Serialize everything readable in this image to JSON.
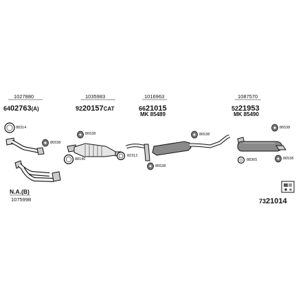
{
  "groups": {
    "g1": {
      "ref": "1027880",
      "prefix": "64",
      "main": "02763",
      "suffix": "(A)"
    },
    "g2": {
      "ref": "1035983",
      "prefix": "92",
      "main": "20157",
      "suffix": "CAT"
    },
    "g3": {
      "ref": "1016963",
      "prefix": "66",
      "main": "21015",
      "mk": "MK 85489"
    },
    "g4": {
      "ref": "1087570",
      "prefix": "52",
      "main": "21953",
      "mk": "MK 85490"
    }
  },
  "callouts": {
    "c1": "88314",
    "c2": "86538",
    "c3": "88140",
    "c4": "86538",
    "c5": "82312",
    "c6": "86538",
    "c7": "86538",
    "c8": "86538",
    "c9": "88365",
    "c10": "86538"
  },
  "na": {
    "label": "N.A.(B)",
    "ref": "1075998"
  },
  "kit": {
    "prefix": "73",
    "main": "21014"
  },
  "colors": {
    "line": "#111111",
    "fill_light": "#e9e9e9",
    "fill_dark": "#8a8a8a"
  }
}
